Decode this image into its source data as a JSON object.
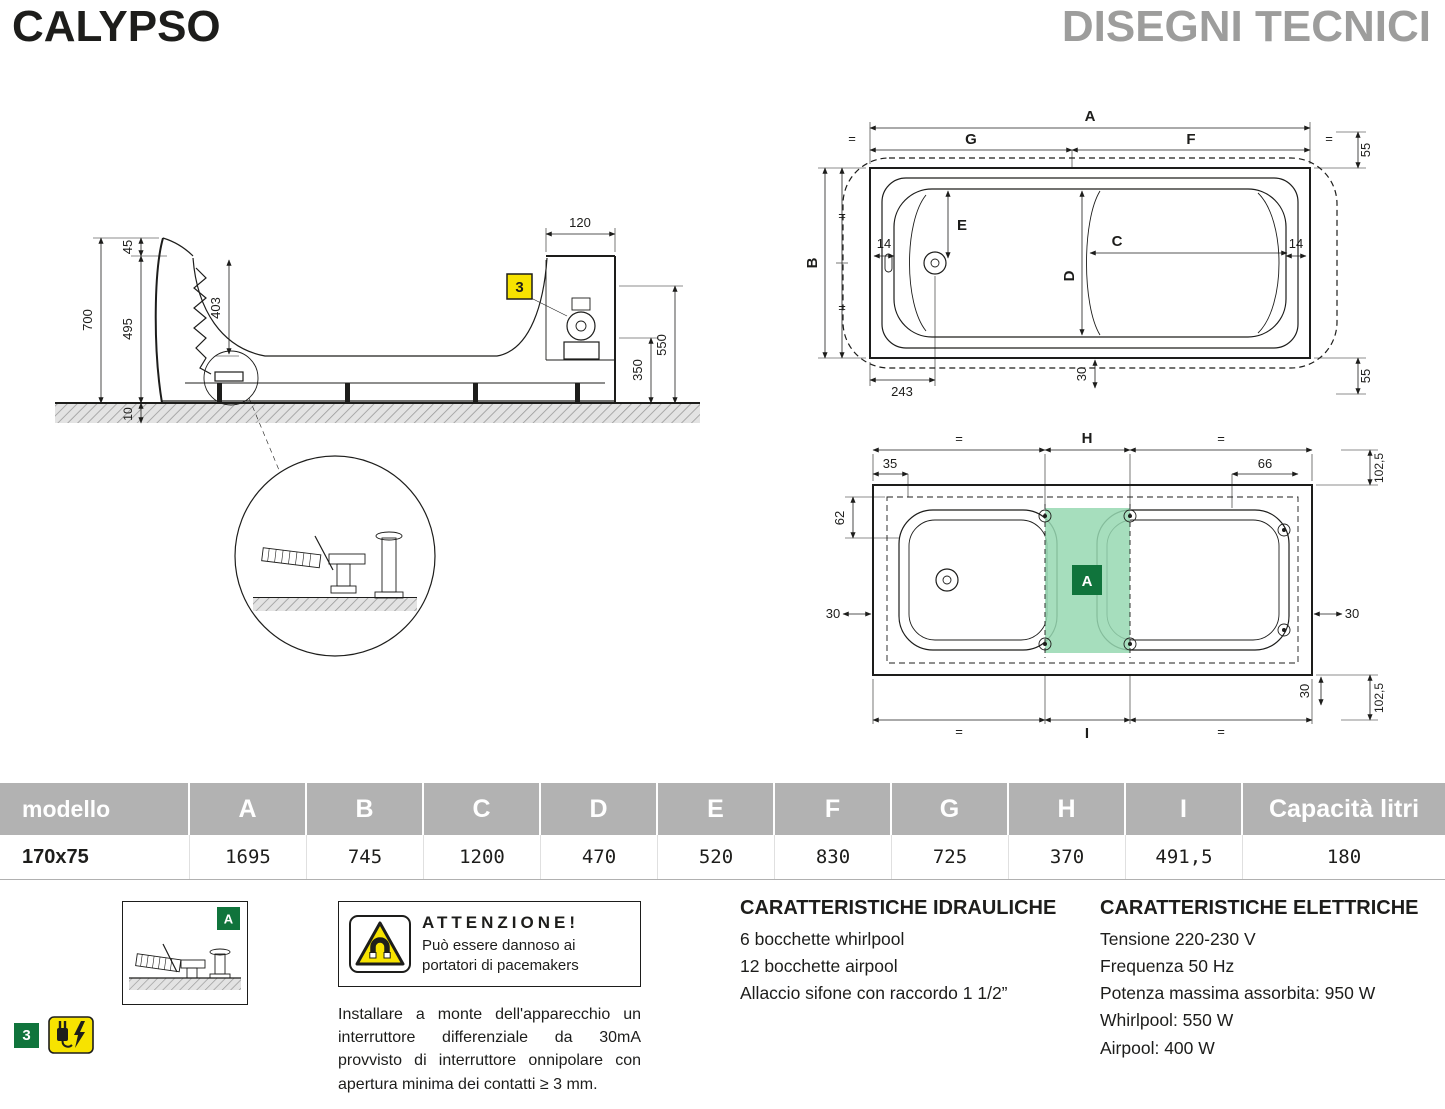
{
  "colors": {
    "accent_green_light": "#96d8b2",
    "accent_green_dark": "#10743c",
    "marker_yellow": "#f7e300",
    "table_header_gray": "#b2b2b2",
    "sheet_title_gray": "#9d9d9c"
  },
  "header": {
    "product": "CALYPSO",
    "sheet": "DISEGNI TECNICI"
  },
  "side_view": {
    "d120": "120",
    "d45": "45",
    "d700": "700",
    "d403": "403",
    "d495": "495",
    "d10": "10",
    "d550": "550",
    "d350": "350",
    "marker": "3"
  },
  "top_view": {
    "A": "A",
    "G": "G",
    "F": "F",
    "B": "B",
    "C": "C",
    "D": "D",
    "E": "E",
    "eq": "=",
    "d55_top": "55",
    "d55_bottom": "55",
    "d14_left": "14",
    "d14_right": "14",
    "d243": "243",
    "d30": "30"
  },
  "plan_view": {
    "H": "H",
    "I": "I",
    "A": "A",
    "eq": "=",
    "d35": "35",
    "d66": "66",
    "d62": "62",
    "d102_top": "102,5",
    "d102_bottom": "102,5",
    "d30_left": "30",
    "d30_right": "30",
    "d30_bottom": "30"
  },
  "table": {
    "headers": [
      "modello",
      "A",
      "B",
      "C",
      "D",
      "E",
      "F",
      "G",
      "H",
      "I",
      "Capacità litri"
    ],
    "row": [
      "170x75",
      "1695",
      "745",
      "1200",
      "470",
      "520",
      "830",
      "725",
      "370",
      "491,5",
      "180"
    ]
  },
  "footer": {
    "detail_marker": "A",
    "legend_marker": "3",
    "attention": {
      "title": "ATTENZIONE!",
      "line1": "Può essere dannoso ai",
      "line2": "portatori di pacemakers"
    },
    "install_note": "Installare a monte dell'apparecchio un interruttore differenziale da 30mA provvisto di interruttore onnipolare con apertura minima dei contatti ≥ 3 mm.",
    "hydraulic": {
      "title": "CARATTERISTICHE IDRAULICHE",
      "items": [
        "6 bocchette whirlpool",
        "12 bocchette airpool",
        "Allaccio sifone con raccordo 1 1/2”"
      ]
    },
    "electric": {
      "title": "CARATTERISTICHE ELETTRICHE",
      "items": [
        "Tensione 220-230 V",
        "Frequenza 50 Hz",
        "Potenza massima assorbita: 950 W",
        "Whirlpool: 550 W",
        "Airpool: 400 W"
      ]
    }
  }
}
